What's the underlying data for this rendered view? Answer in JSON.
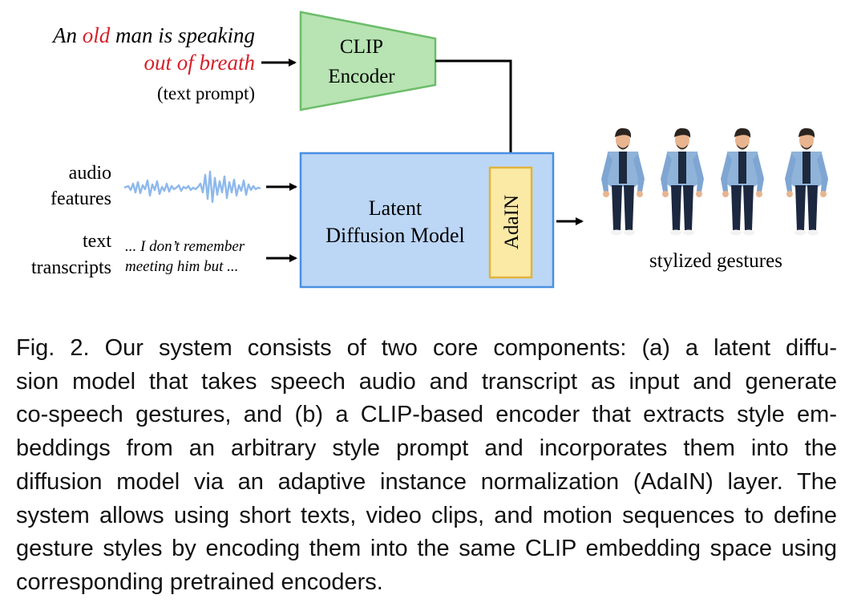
{
  "prompt": {
    "word_an": "An",
    "word_old": "old",
    "rest_line1": "man is speaking",
    "line2": "out of breath",
    "label": "(text prompt)"
  },
  "clip_encoder": {
    "line1": "CLIP",
    "line2": "Encoder"
  },
  "audio": {
    "line1": "audio",
    "line2": "features"
  },
  "transcript": {
    "label1": "text",
    "label2": "transcripts",
    "sample1": "... I don’t remember",
    "sample2": "meeting him but ..."
  },
  "ldm": {
    "line1": "Latent",
    "line2": "Diffusion Model"
  },
  "adain": {
    "label": "AdaIN"
  },
  "output": {
    "label": "stylized gestures"
  },
  "colors": {
    "red_text": "#d6202a",
    "clip_fill": "#b7e4b2",
    "clip_stroke": "#6cbd6a",
    "ldm_fill": "#bcd6f6",
    "ldm_stroke": "#4a90e2",
    "adain_fill": "#fbe9a6",
    "adain_stroke": "#e2b33b",
    "wave": "#8eb9ec"
  },
  "caption": {
    "lines": [
      "Fig. 2. Our system consists of two core components: (a) a latent diffu-",
      "sion model that takes speech audio and transcript as input and generate",
      "co-speech gestures, and (b) a CLIP-based encoder that extracts style em-",
      "beddings from an arbitrary style prompt and incorporates them into the",
      "diffusion model via an adaptive instance normalization (AdaIN) layer. The",
      "system allows using short texts, video clips, and motion sequences to define",
      "gesture styles by encoding them into the same CLIP embedding space using",
      "corresponding pretrained encoders."
    ]
  }
}
